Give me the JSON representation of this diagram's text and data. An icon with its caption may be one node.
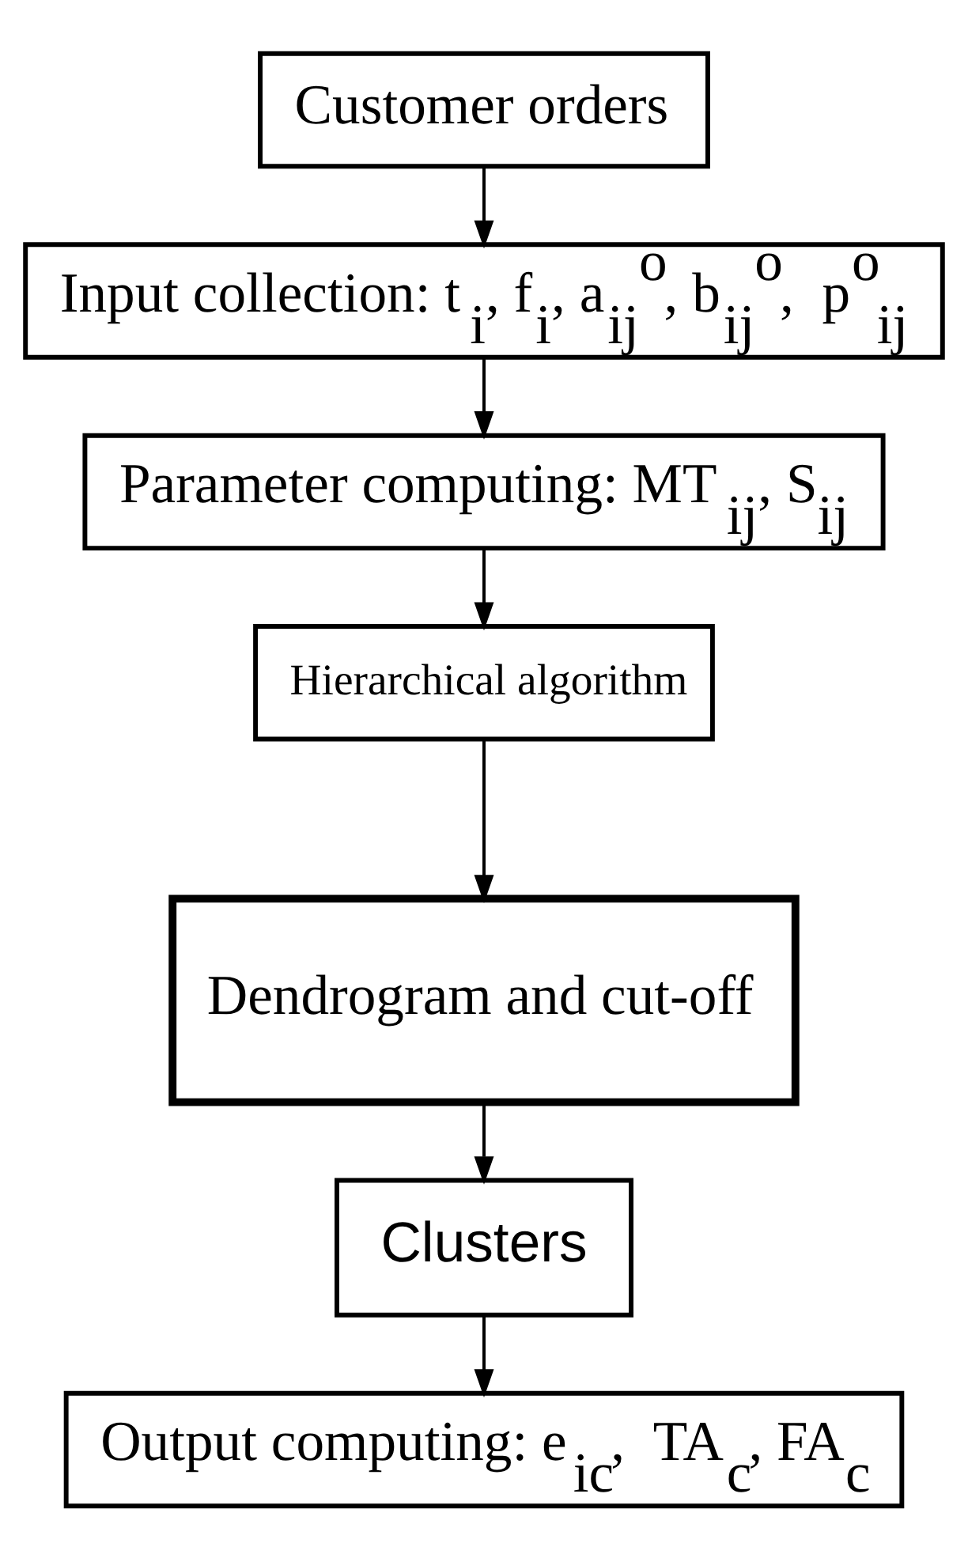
{
  "diagram": {
    "nodes": [
      {
        "text": [
          "Customer orders"
        ]
      },
      {
        "text": [
          "Input collection: t$_{i}$, f$_{i}$, a$_{ij}$$^{o}$, b$_{ij}$$^{o}$,  p$^{o}$$_{ij}$"
        ]
      },
      {
        "text": [
          "Parameter computing: MT$_{ij}$, S$_{ij}$"
        ]
      },
      {
        "text": [
          "Hierarchical algorithm"
        ]
      },
      {
        "text": [
          "Dendrogram and cut-off"
        ]
      },
      {
        "text": [
          "Clusters"
        ]
      },
      {
        "text": [
          "Output computing: e$_{ic}$,  TA$_{c}$, FA$_{c}$"
        ]
      }
    ],
    "edges": [
      {
        "from": 0,
        "to": 1,
        "arrow": "to"
      },
      {
        "from": 1,
        "to": 2,
        "arrow": "to"
      },
      {
        "from": 2,
        "to": 3,
        "arrow": "to"
      },
      {
        "from": 3,
        "to": 4,
        "arrow": "to"
      },
      {
        "from": 4,
        "to": 5,
        "arrow": "to"
      },
      {
        "from": 5,
        "to": 6,
        "arrow": "to"
      }
    ]
  }
}
